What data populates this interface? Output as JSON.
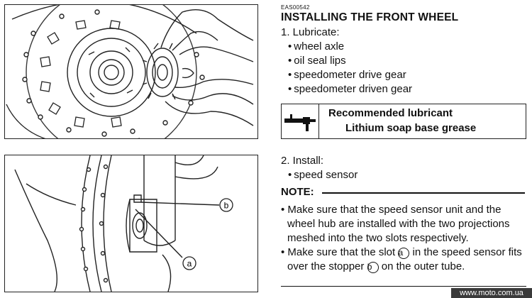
{
  "doc_code": "EAS00542",
  "heading": "INSTALLING THE FRONT WHEEL",
  "step1": {
    "label": "1. Lubricate:",
    "items": [
      "wheel axle",
      "oil seal lips",
      "speedometer drive gear",
      "speedometer driven gear"
    ]
  },
  "lubricant": {
    "icon": "grease-gun-icon",
    "title": "Recommended lubricant",
    "value": "Lithium soap base grease"
  },
  "step2": {
    "label": "2. Install:",
    "items": [
      "speed sensor"
    ]
  },
  "note": {
    "label": "NOTE:",
    "p1": "Make sure that the speed sensor unit and the wheel hub are installed with the two projections meshed into the two slots respectively.",
    "p2_a": "Make sure that the slot",
    "p2_b": "in the speed sensor fits over the stopper",
    "p2_c": "on the outer tube."
  },
  "callouts": {
    "a": "a",
    "b": "b"
  },
  "watermark": "www.moto.com.ua"
}
